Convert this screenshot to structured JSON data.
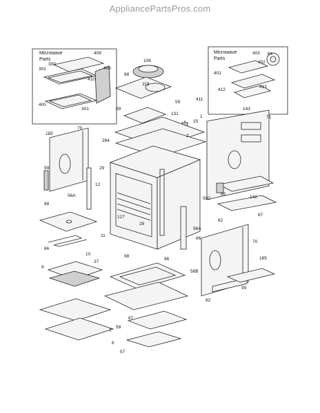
{
  "watermark": "AppliancePartsPros.com",
  "inset_left": {
    "title_line1": "Microwave",
    "title_line2": "Parts"
  },
  "inset_right": {
    "title_line1": "Microwave",
    "title_line2": "Parts"
  },
  "callouts": [
    {
      "id": "c409",
      "text": "409"
    },
    {
      "id": "c300",
      "text": "300"
    },
    {
      "id": "c301a",
      "text": "301"
    },
    {
      "id": "c406",
      "text": "406"
    },
    {
      "id": "c410",
      "text": "410"
    },
    {
      "id": "c400",
      "text": "400"
    },
    {
      "id": "c301b",
      "text": "301"
    },
    {
      "id": "c108",
      "text": "108"
    },
    {
      "id": "c88",
      "text": "88"
    },
    {
      "id": "c119",
      "text": "119"
    },
    {
      "id": "c59",
      "text": "59"
    },
    {
      "id": "c89",
      "text": "89"
    },
    {
      "id": "c131",
      "text": "131"
    },
    {
      "id": "c15",
      "text": "15"
    },
    {
      "id": "c2",
      "text": "2"
    },
    {
      "id": "c1",
      "text": "1"
    },
    {
      "id": "c403",
      "text": "403"
    },
    {
      "id": "c84",
      "text": "84"
    },
    {
      "id": "c402",
      "text": "402"
    },
    {
      "id": "c401",
      "text": "401"
    },
    {
      "id": "c412",
      "text": "412"
    },
    {
      "id": "c411",
      "text": "411"
    },
    {
      "id": "c413",
      "text": "413"
    },
    {
      "id": "c143",
      "text": "143"
    },
    {
      "id": "c71",
      "text": "71"
    },
    {
      "id": "c185a",
      "text": "185"
    },
    {
      "id": "c70a",
      "text": "70"
    },
    {
      "id": "c264",
      "text": "264"
    },
    {
      "id": "c99a",
      "text": "99"
    },
    {
      "id": "c29",
      "text": "29"
    },
    {
      "id": "c12",
      "text": "12"
    },
    {
      "id": "c56A",
      "text": "56A"
    },
    {
      "id": "c58C",
      "text": "58C"
    },
    {
      "id": "c80",
      "text": "80"
    },
    {
      "id": "c142",
      "text": "142"
    },
    {
      "id": "c68",
      "text": "68"
    },
    {
      "id": "c127",
      "text": "127"
    },
    {
      "id": "c28",
      "text": "28"
    },
    {
      "id": "c62",
      "text": "62"
    },
    {
      "id": "c87",
      "text": "87"
    },
    {
      "id": "c56Ab",
      "text": "56A"
    },
    {
      "id": "c66a",
      "text": "66"
    },
    {
      "id": "c66b",
      "text": "66"
    },
    {
      "id": "c11",
      "text": "11"
    },
    {
      "id": "c70b",
      "text": "70"
    },
    {
      "id": "c10",
      "text": "10"
    },
    {
      "id": "c98",
      "text": "98"
    },
    {
      "id": "c86",
      "text": "86"
    },
    {
      "id": "c9",
      "text": "9"
    },
    {
      "id": "c37",
      "text": "37"
    },
    {
      "id": "c185b",
      "text": "185"
    },
    {
      "id": "c58B",
      "text": "58B"
    },
    {
      "id": "c99b",
      "text": "99"
    },
    {
      "id": "c82",
      "text": "82"
    },
    {
      "id": "c67",
      "text": "67"
    },
    {
      "id": "c58",
      "text": "58"
    },
    {
      "id": "c6",
      "text": "6"
    },
    {
      "id": "c57",
      "text": "57"
    },
    {
      "id": "c7",
      "text": "7"
    }
  ]
}
